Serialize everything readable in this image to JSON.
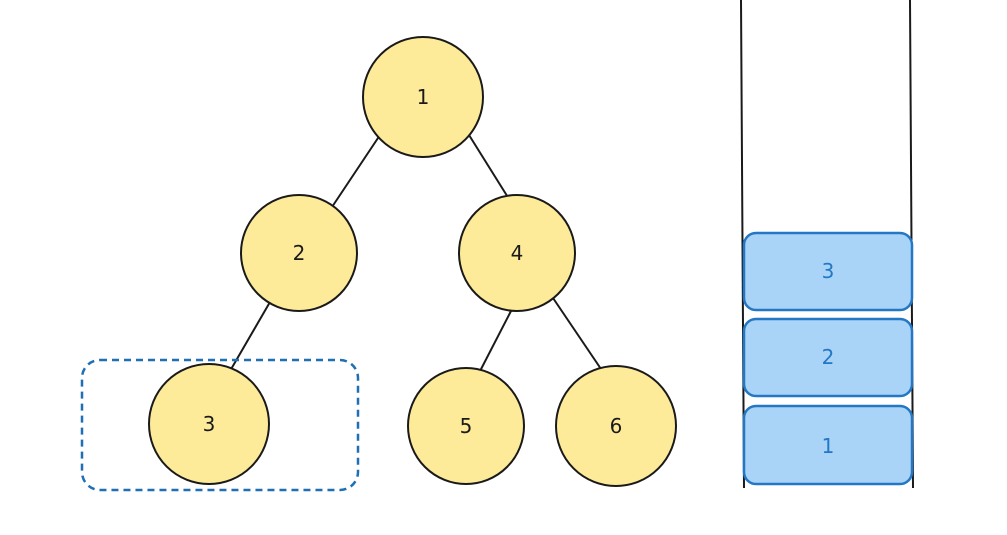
{
  "tree": {
    "nodes": [
      {
        "id": "1",
        "label": "1"
      },
      {
        "id": "2",
        "label": "2"
      },
      {
        "id": "4",
        "label": "4"
      },
      {
        "id": "3",
        "label": "3"
      },
      {
        "id": "5",
        "label": "5"
      },
      {
        "id": "6",
        "label": "6"
      }
    ],
    "edges": [
      {
        "from": "1",
        "to": "2"
      },
      {
        "from": "1",
        "to": "4"
      },
      {
        "from": "2",
        "to": "3"
      },
      {
        "from": "4",
        "to": "5"
      },
      {
        "from": "4",
        "to": "6"
      }
    ],
    "highlighted_node": "3"
  },
  "stack": {
    "items_top_to_bottom": [
      {
        "label": "3"
      },
      {
        "label": "2"
      },
      {
        "label": "1"
      }
    ]
  },
  "colors": {
    "node_fill": "#fdeb9a",
    "node_stroke": "#1a1a1a",
    "highlight_stroke": "#1f6fb5",
    "stack_fill": "#a9d4f7",
    "stack_stroke": "#2477c4"
  }
}
